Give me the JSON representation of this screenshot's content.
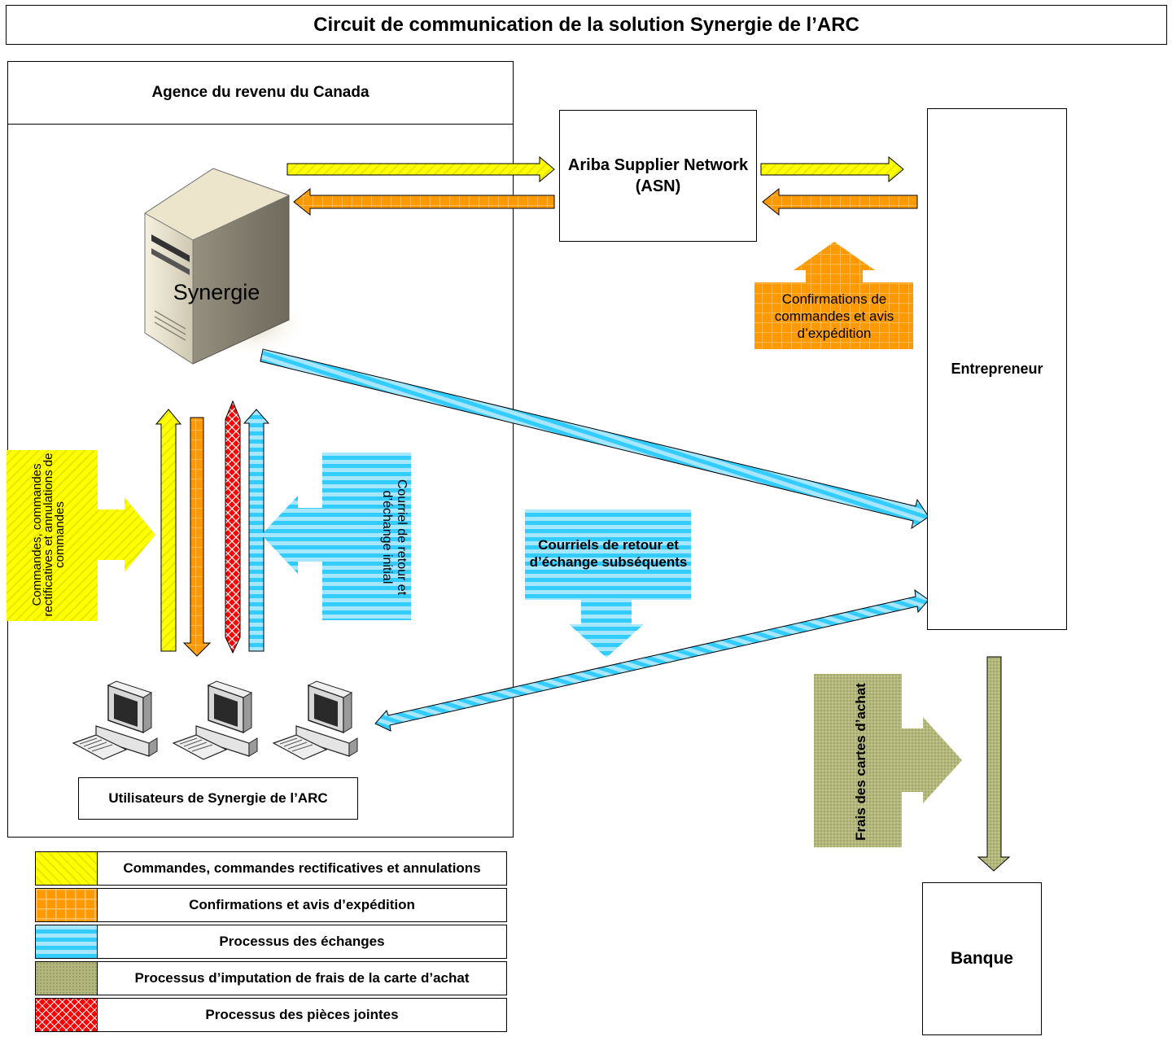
{
  "title": "Circuit de communication de la solution Synergie de l’ARC",
  "agency": {
    "label": "Agence du revenu du Canada"
  },
  "asn": {
    "label": "Ariba Supplier Network (ASN)"
  },
  "entrepreneur": {
    "label": "Entrepreneur"
  },
  "banque": {
    "label": "Banque"
  },
  "server": {
    "label": "Synergie",
    "icon": "server-icon"
  },
  "users": {
    "label": "Utilisateurs de Synergie de l’ARC",
    "icon": "workstation-icon"
  },
  "callouts": {
    "confirmations": "Confirmations de commandes et avis d’expédition",
    "commandes": "Commandes, commandes rectificatives et annulations de commandes",
    "courriel_initial": "Courriel de retour et d’échange initial",
    "courriels_subsequents": "Courriels de retour et d’échange subséquents",
    "frais": "Frais des cartes d’achat"
  },
  "colors": {
    "yellow": "#ffff00",
    "orange": "#ff9900",
    "blue": "#33ccff",
    "green": "#b3b87a",
    "red": "#ff0000"
  },
  "legend": [
    {
      "label": "Commandes, commandes rectificatives et annulations",
      "pattern": "yellow-diagonal"
    },
    {
      "label": "Confirmations et avis d’expédition",
      "pattern": "orange-grid"
    },
    {
      "label": "Processus des échanges",
      "pattern": "blue-stripes"
    },
    {
      "label": "Processus d’imputation de frais de la carte d’achat",
      "pattern": "green-dots"
    },
    {
      "label": "Processus des pièces jointes",
      "pattern": "red-crosshatch"
    }
  ]
}
